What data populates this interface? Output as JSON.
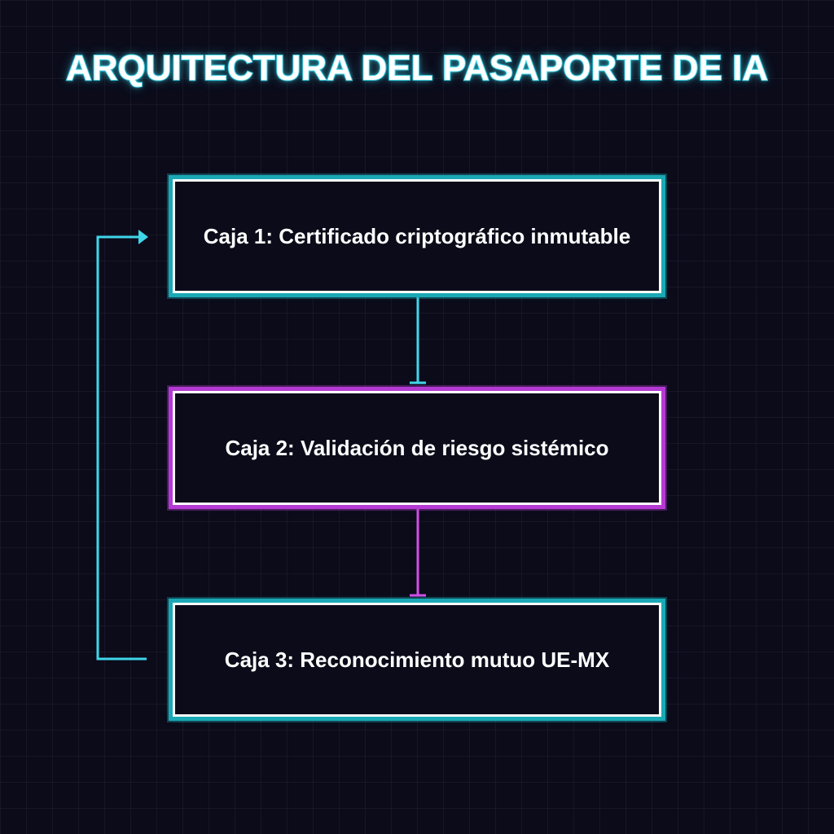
{
  "title": "ARQUITECTURA DEL PASAPORTE DE IA",
  "boxes": [
    {
      "label": "Caja 1: Certificado criptográfico inmutable",
      "accent": "#3fd6ea"
    },
    {
      "label": "Caja 2: Validación de riesgo sistémico",
      "accent": "#d24ee8"
    },
    {
      "label": "Caja 3: Reconocimiento mutuo UE-MX",
      "accent": "#3fd6ea"
    }
  ],
  "colors": {
    "background": "#0b0b1a",
    "cyan": "#3fd6ea",
    "magenta": "#d24ee8",
    "box_border": "#ffffff"
  }
}
